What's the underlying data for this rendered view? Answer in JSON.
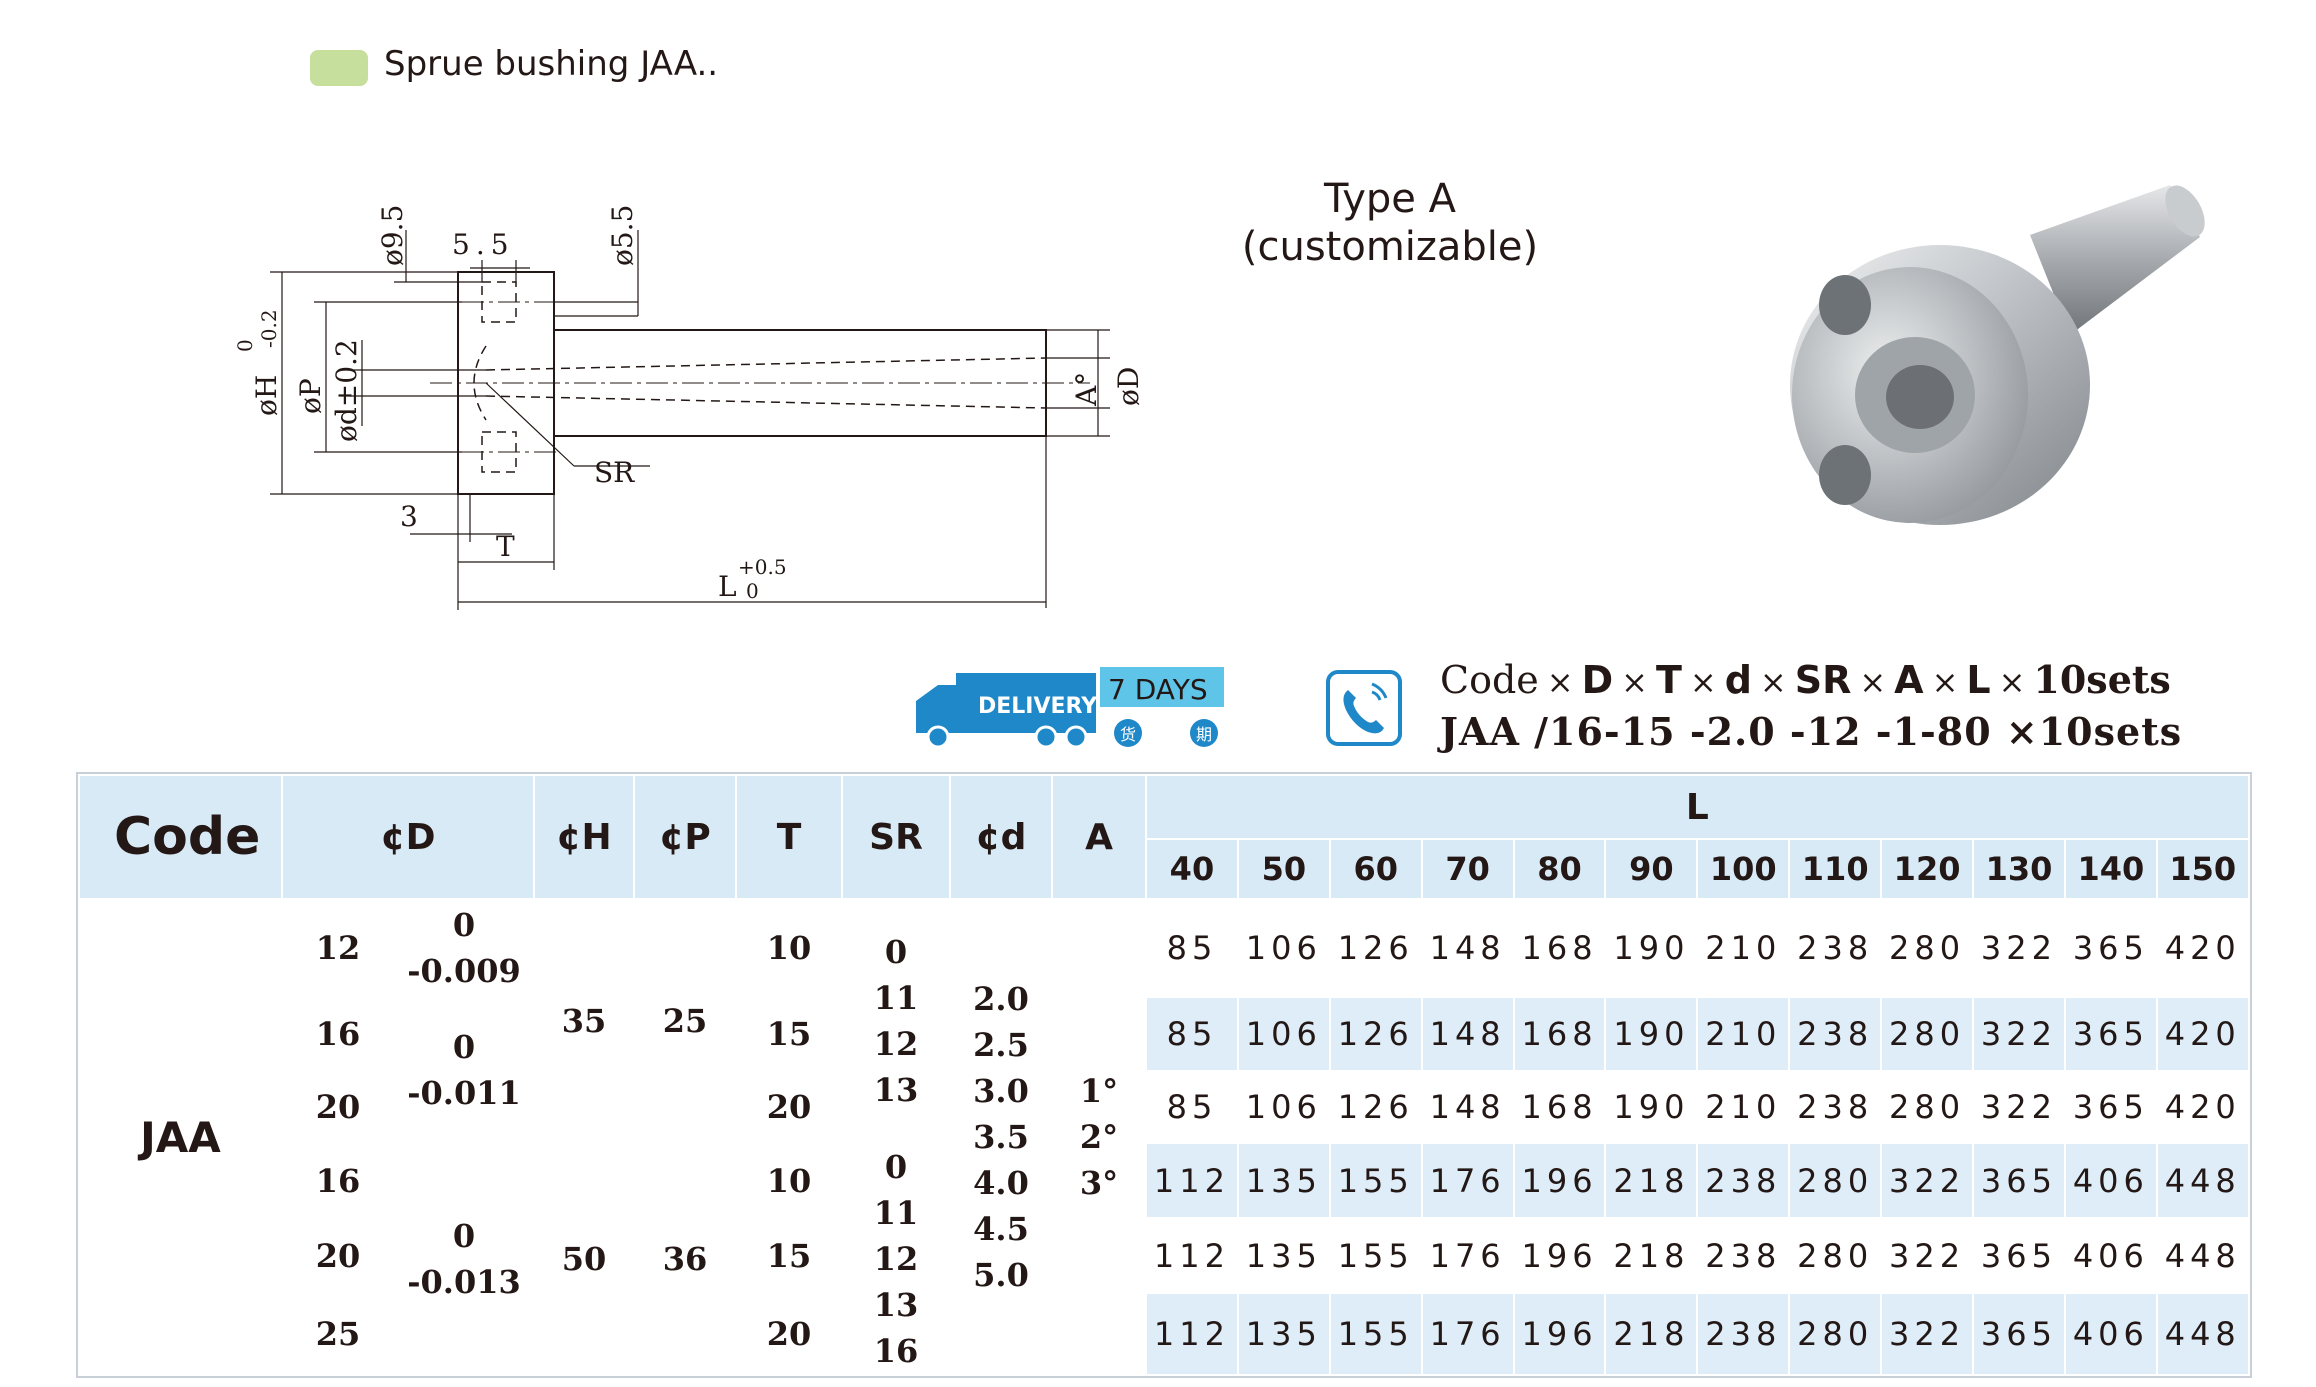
{
  "header": {
    "title": "Sprue bushing JAA.."
  },
  "drawing_labels": {
    "phi95": "ø9.5",
    "d55": "5.5",
    "phi55": "ø5.5",
    "phiH": "øH",
    "h_tol_top": "0",
    "h_tol_bottom": "-0.2",
    "phiP": "øP",
    "phid": "ød±0.2",
    "A": "A°",
    "phiD": "øD",
    "SR": "SR",
    "three": "3",
    "T": "T",
    "L": "L",
    "l_tol_top": "+0.5",
    "l_tol_bottom": "0"
  },
  "type_block": {
    "line1": "Type A",
    "line2": "(customizable)"
  },
  "delivery": {
    "label": "DELIVERY",
    "days": "7 DAYS",
    "char1": "货",
    "char2": "期"
  },
  "order_code": {
    "code_label": "Code",
    "fields": [
      "D",
      "T",
      "d",
      "SR",
      "A",
      "L"
    ],
    "sets": "10sets",
    "times": "×",
    "example": "JAA /16-15 -2.0 -12 -1-80 ×10sets"
  },
  "table": {
    "headers": {
      "code": "Code",
      "D": "¢D",
      "H": "¢H",
      "P": "¢P",
      "T": "T",
      "SR": "SR",
      "d": "¢d",
      "A": "A",
      "L": "L"
    },
    "L_columns": [
      "40",
      "50",
      "60",
      "70",
      "80",
      "90",
      "100",
      "110",
      "120",
      "130",
      "140",
      "150"
    ],
    "code_value": "JAA",
    "groups": [
      {
        "H": "35",
        "P": "25",
        "SR": [
          "0",
          "11",
          "12",
          "13"
        ]
      },
      {
        "H": "50",
        "P": "36",
        "SR": [
          "0",
          "11",
          "12",
          "13",
          "16"
        ]
      }
    ],
    "tolerances": [
      {
        "top": "0",
        "bottom": "-0.009"
      },
      {
        "top": "0",
        "bottom": "-0.011"
      },
      {
        "top": "0",
        "bottom": "-0.013"
      }
    ],
    "d_values": [
      "2.0",
      "2.5",
      "3.0",
      "3.5",
      "4.0",
      "4.5",
      "5.0"
    ],
    "A_values": [
      "1°",
      "2°",
      "3°"
    ],
    "rows": [
      {
        "D": "12",
        "T": "10",
        "L": [
          "85",
          "106",
          "126",
          "148",
          "168",
          "190",
          "210",
          "238",
          "280",
          "322",
          "365",
          "420"
        ]
      },
      {
        "D": "16",
        "T": "15",
        "L": [
          "85",
          "106",
          "126",
          "148",
          "168",
          "190",
          "210",
          "238",
          "280",
          "322",
          "365",
          "420"
        ]
      },
      {
        "D": "20",
        "T": "20",
        "L": [
          "85",
          "106",
          "126",
          "148",
          "168",
          "190",
          "210",
          "238",
          "280",
          "322",
          "365",
          "420"
        ]
      },
      {
        "D": "16",
        "T": "10",
        "L": [
          "112",
          "135",
          "155",
          "176",
          "196",
          "218",
          "238",
          "280",
          "322",
          "365",
          "406",
          "448"
        ]
      },
      {
        "D": "20",
        "T": "15",
        "L": [
          "112",
          "135",
          "155",
          "176",
          "196",
          "218",
          "238",
          "280",
          "322",
          "365",
          "406",
          "448"
        ]
      },
      {
        "D": "25",
        "T": "20",
        "L": [
          "112",
          "135",
          "155",
          "176",
          "196",
          "218",
          "238",
          "280",
          "322",
          "365",
          "406",
          "448"
        ]
      }
    ]
  }
}
